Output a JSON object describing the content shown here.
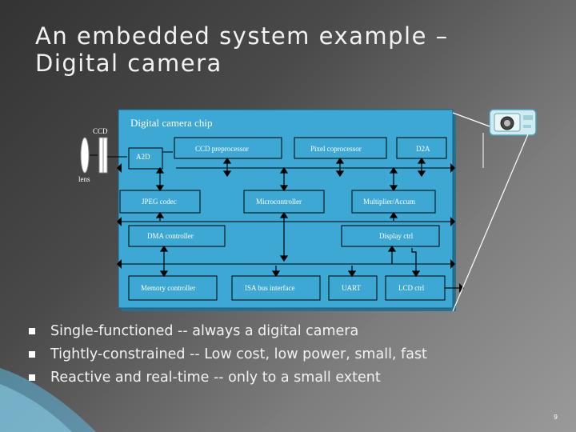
{
  "slide": {
    "title_line1": "An embedded system example –",
    "title_line2": "Digital camera",
    "page_number": "9"
  },
  "diagram": {
    "chip_label": "Digital camera chip",
    "ccd_label": "CCD",
    "lens_label": "lens",
    "blocks": {
      "a2d": "A2D",
      "ccd_preprocessor": "CCD preprocessor",
      "pixel_coprocessor": "Pixel coprocessor",
      "d2a": "D2A",
      "jpeg_codec": "JPEG codec",
      "microcontroller": "Microcontroller",
      "multiplier": "Multiplier/Accum",
      "dma_controller": "DMA controller",
      "display_ctrl": "Display ctrl",
      "memory_controller": "Memory controller",
      "isa_bus": "ISA bus interface",
      "uart": "UART",
      "lcd_ctrl": "LCD ctrl"
    },
    "colors": {
      "chip_fill": "#3ea8d4",
      "block_fill": "#3ea8d4",
      "line": "#000000",
      "label_red": "#ffffff"
    },
    "icon": "camera-icon"
  },
  "bullets": [
    "Single-functioned -- always a digital camera",
    "Tightly-constrained -- Low cost, low power, small, fast",
    "Reactive and real-time -- only to a small extent"
  ]
}
